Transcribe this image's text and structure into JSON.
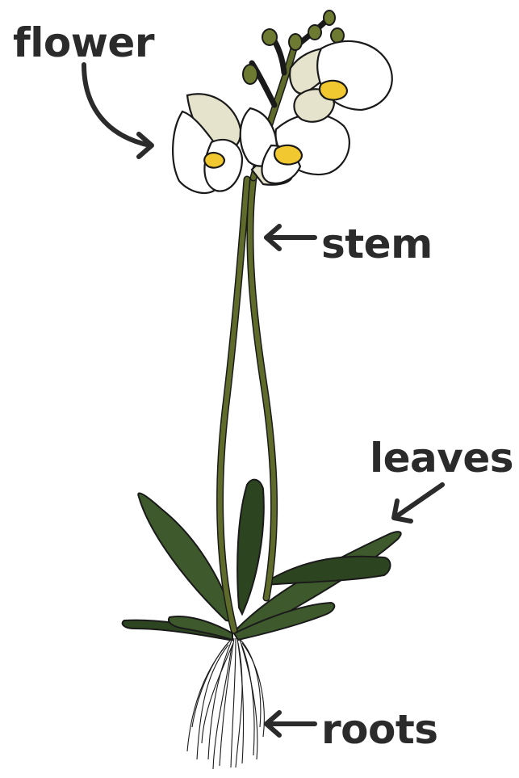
{
  "labels": {
    "flower": "flower",
    "stem": "stem",
    "leaves": "leaves",
    "roots": "roots"
  },
  "colors": {
    "text": "#2b2b2b",
    "arrow": "#2b2b2b",
    "stem": "#5f6b2a",
    "leaf": "#3e5a2c",
    "leaf_dark": "#2d4420",
    "petal": "#ffffff",
    "petal_shade": "#e6e3cc",
    "center": "#f2c830",
    "root": "#f4f4f4",
    "outline": "#1a1a1a"
  },
  "parts": [
    "flower",
    "stem",
    "leaves",
    "roots"
  ]
}
